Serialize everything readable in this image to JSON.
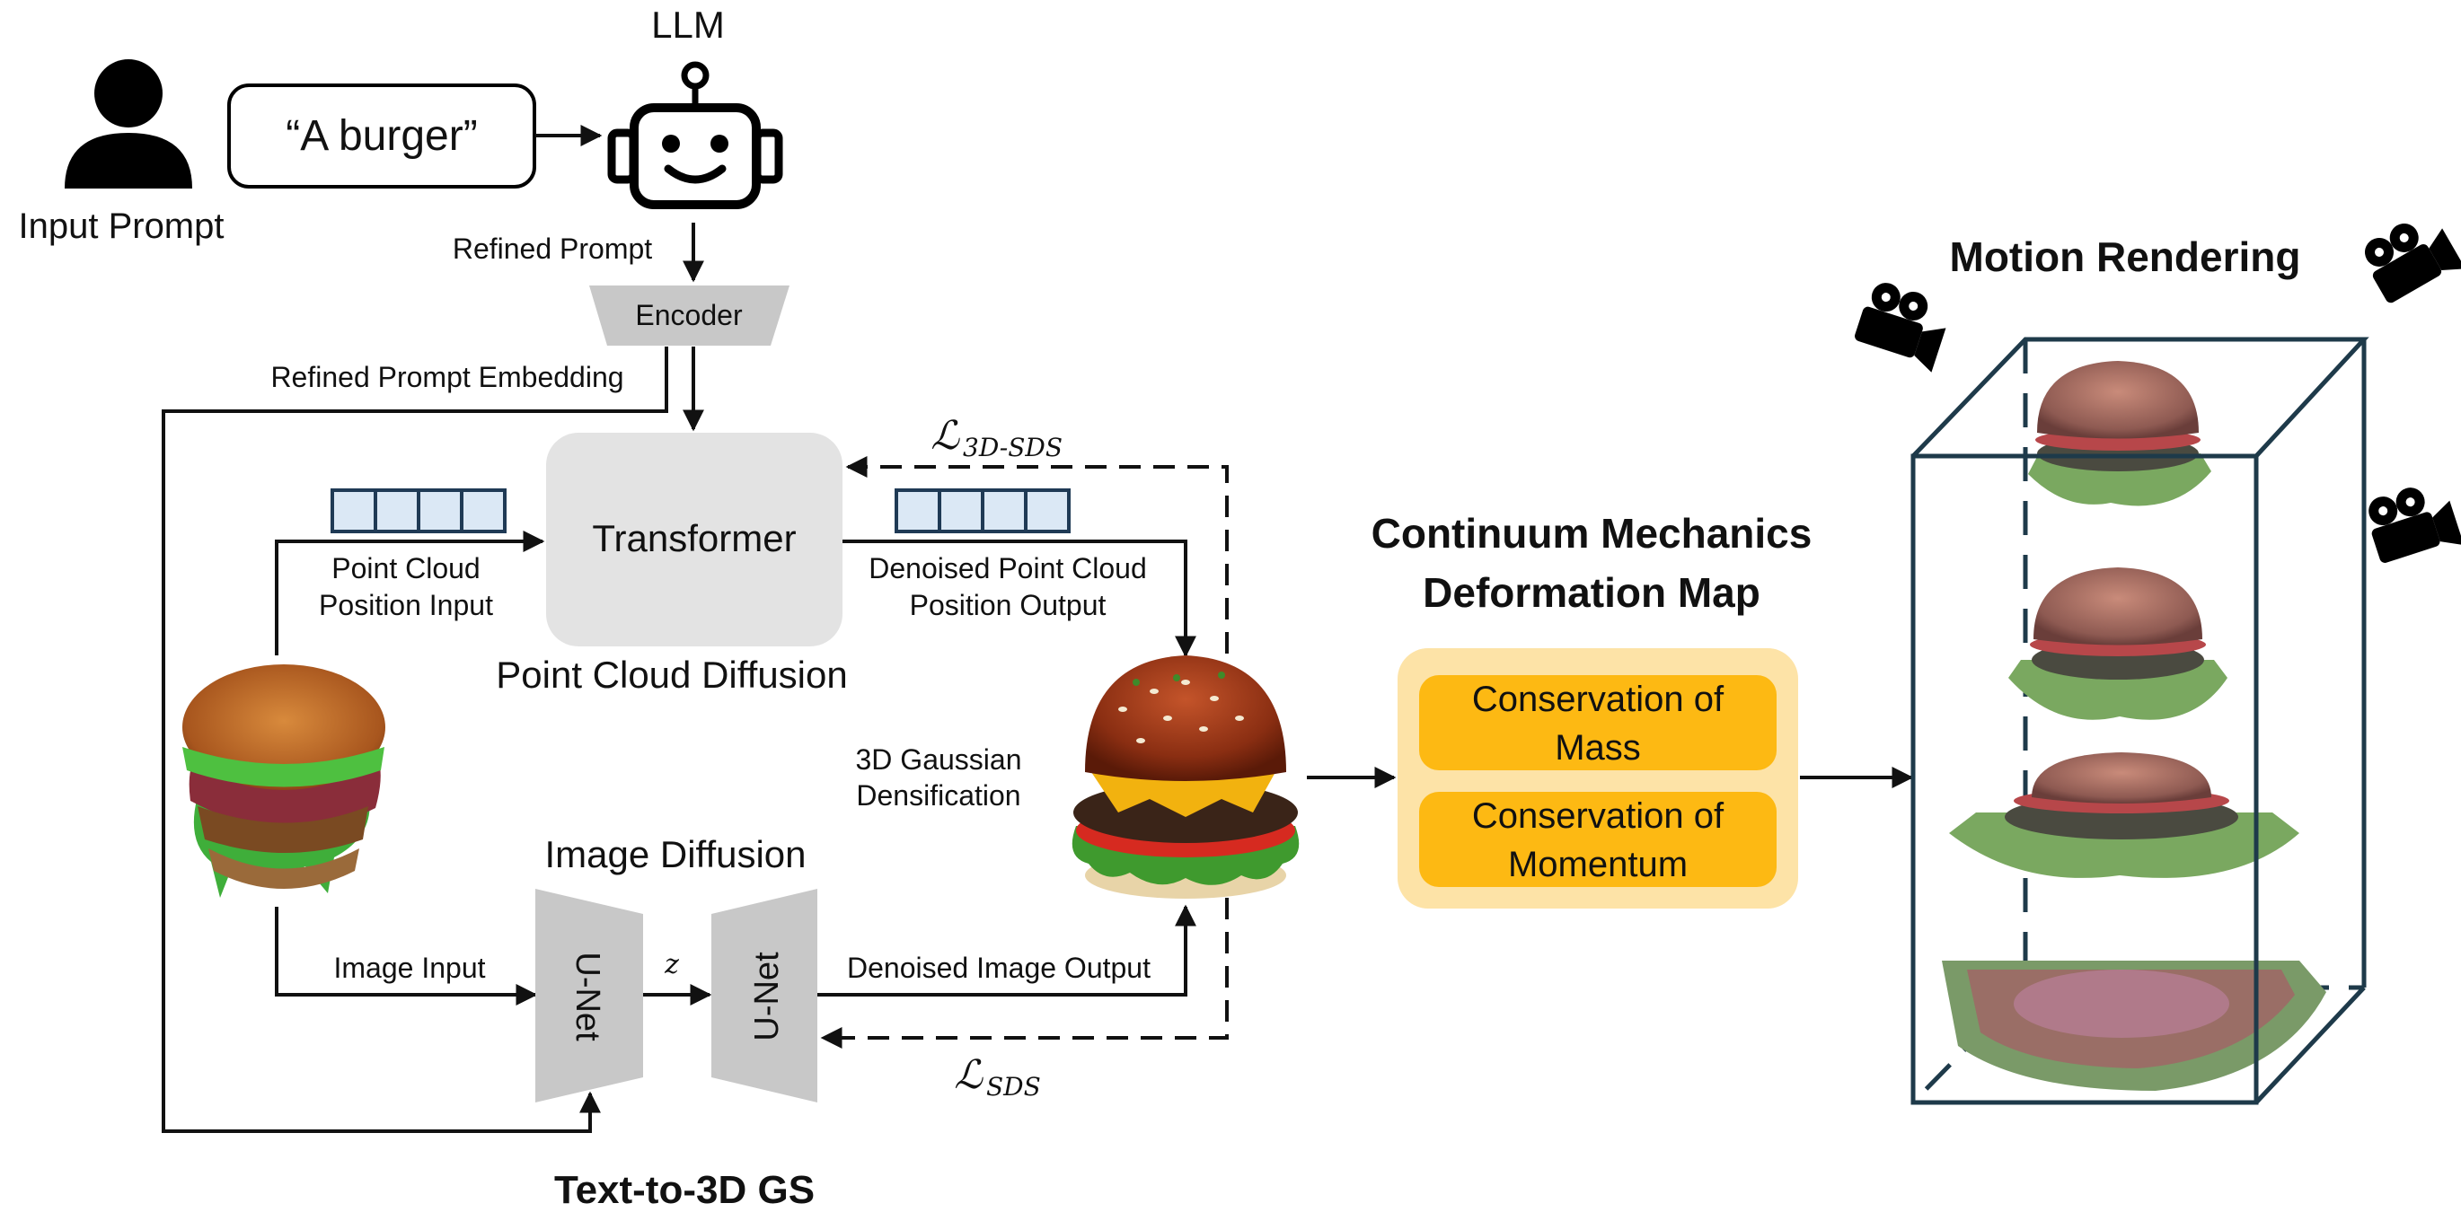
{
  "input": {
    "caption": "Input Prompt",
    "prompt_text": "“A burger”"
  },
  "llm": {
    "label": "LLM"
  },
  "refined_prompt_label": "Refined Prompt",
  "encoder": {
    "label": "Encoder"
  },
  "refined_embedding_label": "Refined Prompt Embedding",
  "transformer": {
    "label": "Transformer"
  },
  "point_cloud_diffusion_label": "Point Cloud Diffusion",
  "pc_input_label": [
    "Point Cloud",
    "Position Input"
  ],
  "pc_output_label": [
    "Denoised Point Cloud",
    "Position Output"
  ],
  "loss_3d": {
    "symbol": "ℒ",
    "subscript": "3D-SDS"
  },
  "loss_sds": {
    "symbol": "ℒ",
    "subscript": "SDS"
  },
  "densification_label": [
    "3D Gaussian",
    "Densification"
  ],
  "image_diffusion_label": "Image Diffusion",
  "image_input_label": "Image Input",
  "unet_left": {
    "label": "U-Net"
  },
  "unet_right": {
    "label": "U-Net"
  },
  "latent_label": "z",
  "denoised_image_label": "Denoised Image Output",
  "text_to_3d_title": "Text-to-3D GS",
  "mechanics": {
    "title": [
      "Continuum Mechanics",
      "Deformation Map"
    ],
    "boxes": [
      [
        "Conservation of",
        "Mass"
      ],
      [
        "Conservation of",
        "Momentum"
      ]
    ],
    "outer_color": "#fde3a7",
    "inner_color": "#fdb913"
  },
  "motion_rendering_title": "Motion Rendering",
  "colors": {
    "arrow": "#111111",
    "block_grey": "#e3e3e3",
    "trapezoid_grey": "#c8c8c8",
    "token_fill": "#dbe8f5",
    "token_stroke": "#1f3a55",
    "box_frame": "#1e3a4a"
  },
  "icons": [
    "person-icon",
    "robot-icon",
    "movie-camera-icon"
  ]
}
